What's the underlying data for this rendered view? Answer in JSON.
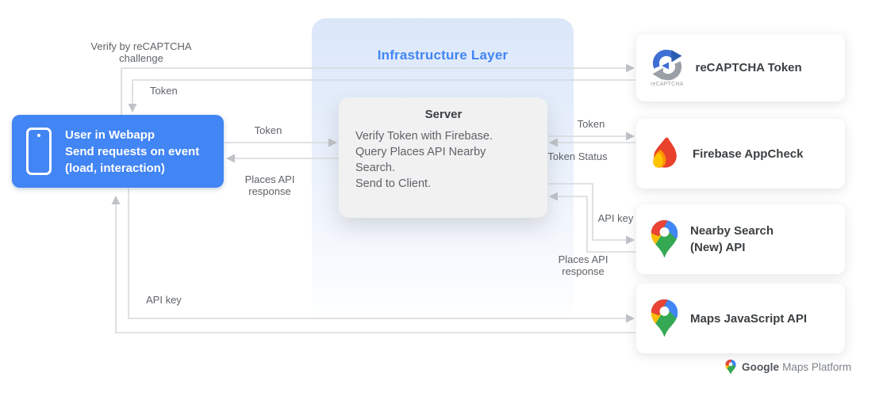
{
  "user_box": {
    "lines": [
      "User in Webapp",
      "Send requests on event",
      "(load, interaction)"
    ]
  },
  "infrastructure": {
    "title": "Infrastructure Layer"
  },
  "server": {
    "title": "Server",
    "lines": [
      "Verify Token with Firebase.",
      "Query Places API Nearby",
      "Search.",
      "Send to Client."
    ]
  },
  "services": [
    {
      "label": "reCAPTCHA Token",
      "icon": "recaptcha-icon",
      "icon_caption": "reCAPTCHA"
    },
    {
      "label": "Firebase AppCheck",
      "icon": "firebase-icon"
    },
    {
      "label": "Nearby Search (New) API",
      "icon": "google-maps-pin-icon"
    },
    {
      "label": "Maps JavaScript API",
      "icon": "google-maps-pin-icon"
    }
  ],
  "edge_labels": {
    "verify_recaptcha": "Verify by reCAPTCHA challenge",
    "token_from_recaptcha": "Token",
    "token_to_server": "Token",
    "places_response_to_user": "Places API response",
    "token_to_firebase": "Token",
    "token_status": "Token Status",
    "api_key_to_nearby": "API key",
    "places_response_to_server": "Places API response",
    "api_key_to_maps": "API key"
  },
  "footer": {
    "bold": "Google",
    "rest": "Maps Platform"
  },
  "colors": {
    "accent_blue": "#4285F4",
    "line_gray": "#D7D9DC",
    "arrowhead_gray": "#BFC3C7",
    "label_gray": "#5F6368",
    "title_dark": "#3C4043",
    "server_bg": "#F1F1F2",
    "infra_top": "#DBE7F9"
  }
}
